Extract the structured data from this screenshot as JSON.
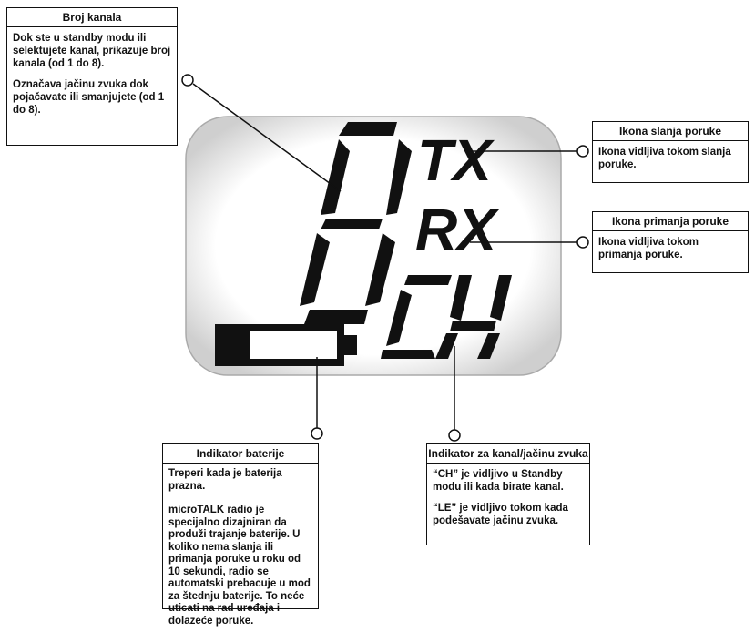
{
  "lcd": {
    "digit": "8",
    "tx_label": "TX",
    "rx_label": "RX",
    "ch_label": "CH"
  },
  "callouts": {
    "channel_number": {
      "title": "Broj kanala",
      "paragraphs": [
        "Dok ste u standby modu ili selektujete kanal, prikazuje broj kanala (od 1 do 8).",
        "Označava jačinu zvuka dok pojačavate ili smanjujete (od 1 do 8)."
      ]
    },
    "tx_icon": {
      "title": "Ikona slanja poruke",
      "paragraphs": [
        "Ikona vidljiva tokom slanja poruke."
      ]
    },
    "rx_icon": {
      "title": "Ikona primanja poruke",
      "paragraphs": [
        "Ikona vidljiva tokom primanja poruke."
      ]
    },
    "battery_indicator": {
      "title": "Indikator baterije",
      "paragraphs": [
        "Treperi kada je baterija prazna.",
        "microTALK radio je specijalno dizajniran da produži trajanje baterije. U koliko nema slanja ili primanja poruke u roku od 10 sekundi, radio se automatski prebacuje u mod za štednju baterije. To neće uticati na rad uređaja i dolazeće poruke."
      ]
    },
    "channel_volume_indicator": {
      "title": "Indikator za kanal/jačinu zvuka",
      "paragraphs": [
        "“CH” je vidljivo u Standby modu ili kada birate kanal.",
        "“LE” je vidljivo tokom kada podešavate jačinu zvuka."
      ]
    }
  },
  "colors": {
    "screen_fill": "#ffffff",
    "segment_black": "#111111",
    "screen_shadow": "#d4d4d4"
  }
}
